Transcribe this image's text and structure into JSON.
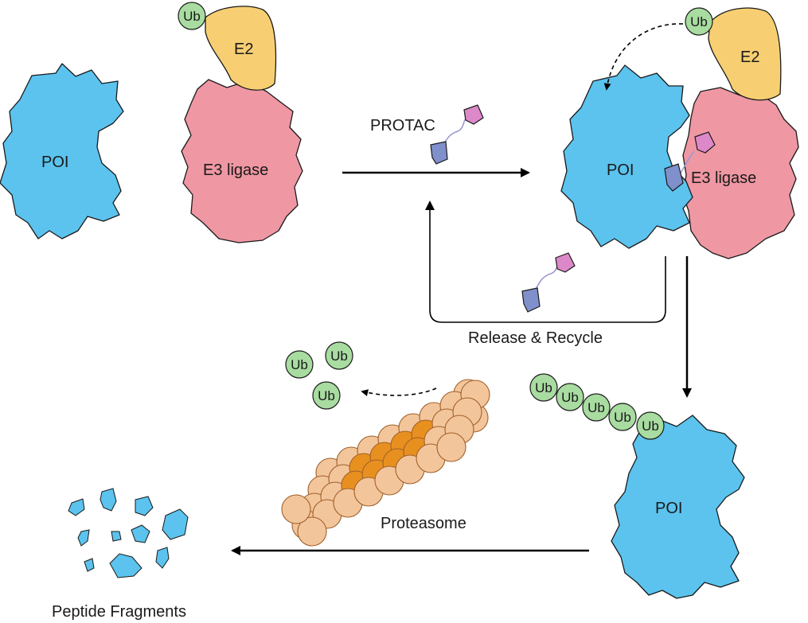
{
  "labels": {
    "poi": "POI",
    "e2": "E2",
    "e3": "E3 ligase",
    "ub": "Ub",
    "protac": "PROTAC",
    "release": "Release & Recycle",
    "proteasome": "Proteasome",
    "fragments": "Peptide Fragments"
  },
  "colors": {
    "poi": "#5bc3ee",
    "e2": "#f7cf72",
    "e3": "#ef97a3",
    "ub": "#a8dca0",
    "proteasome_light": "#f3c59b",
    "proteasome_dark": "#e8901f",
    "protac_warhead_poi": "#8090cc",
    "protac_warhead_e3": "#dd88c8"
  }
}
